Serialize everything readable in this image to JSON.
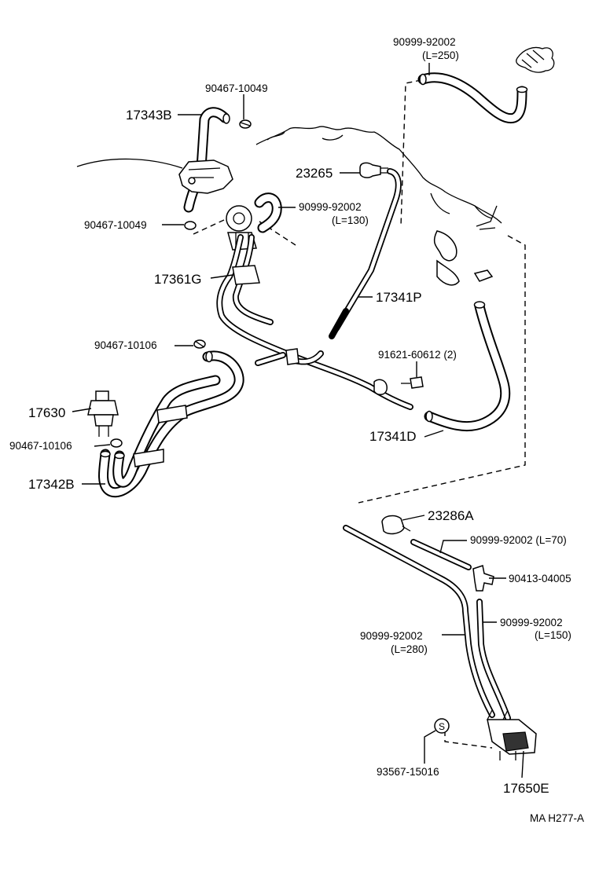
{
  "diagram": {
    "code": "MA H277-A",
    "labels": {
      "hose_top_right_pn": "90999-92002",
      "hose_top_right_len": "(L=250)",
      "clamp_top_pn": "90467-10049",
      "hose_17343b": "17343B",
      "check_valve_23265": "23265",
      "hose_mid_pn": "90999-92002",
      "hose_mid_len": "(L=130)",
      "clamp_mid_pn": "90467-10049",
      "pipe_17361g": "17361G",
      "pipe_17341p": "17341P",
      "clamp_left_pn": "90467-10106",
      "bolt_pn": "91621-60612 (2)",
      "valve_17630": "17630",
      "clamp_left_lower_pn": "90467-10106",
      "hose_17341d": "17341D",
      "hose_17342b": "17342B",
      "check_valve_23286a": "23286A",
      "hose_l70": "90999-92002 (L=70)",
      "tee_90413": "90413-04005",
      "hose_l150_pn": "90999-92002",
      "hose_l150_len": "(L=150)",
      "hose_l280_pn": "90999-92002",
      "hose_l280_len": "(L=280)",
      "seal_symbol": "S",
      "seal_pn": "93567-15016",
      "vsv_17650e": "17650E"
    }
  }
}
